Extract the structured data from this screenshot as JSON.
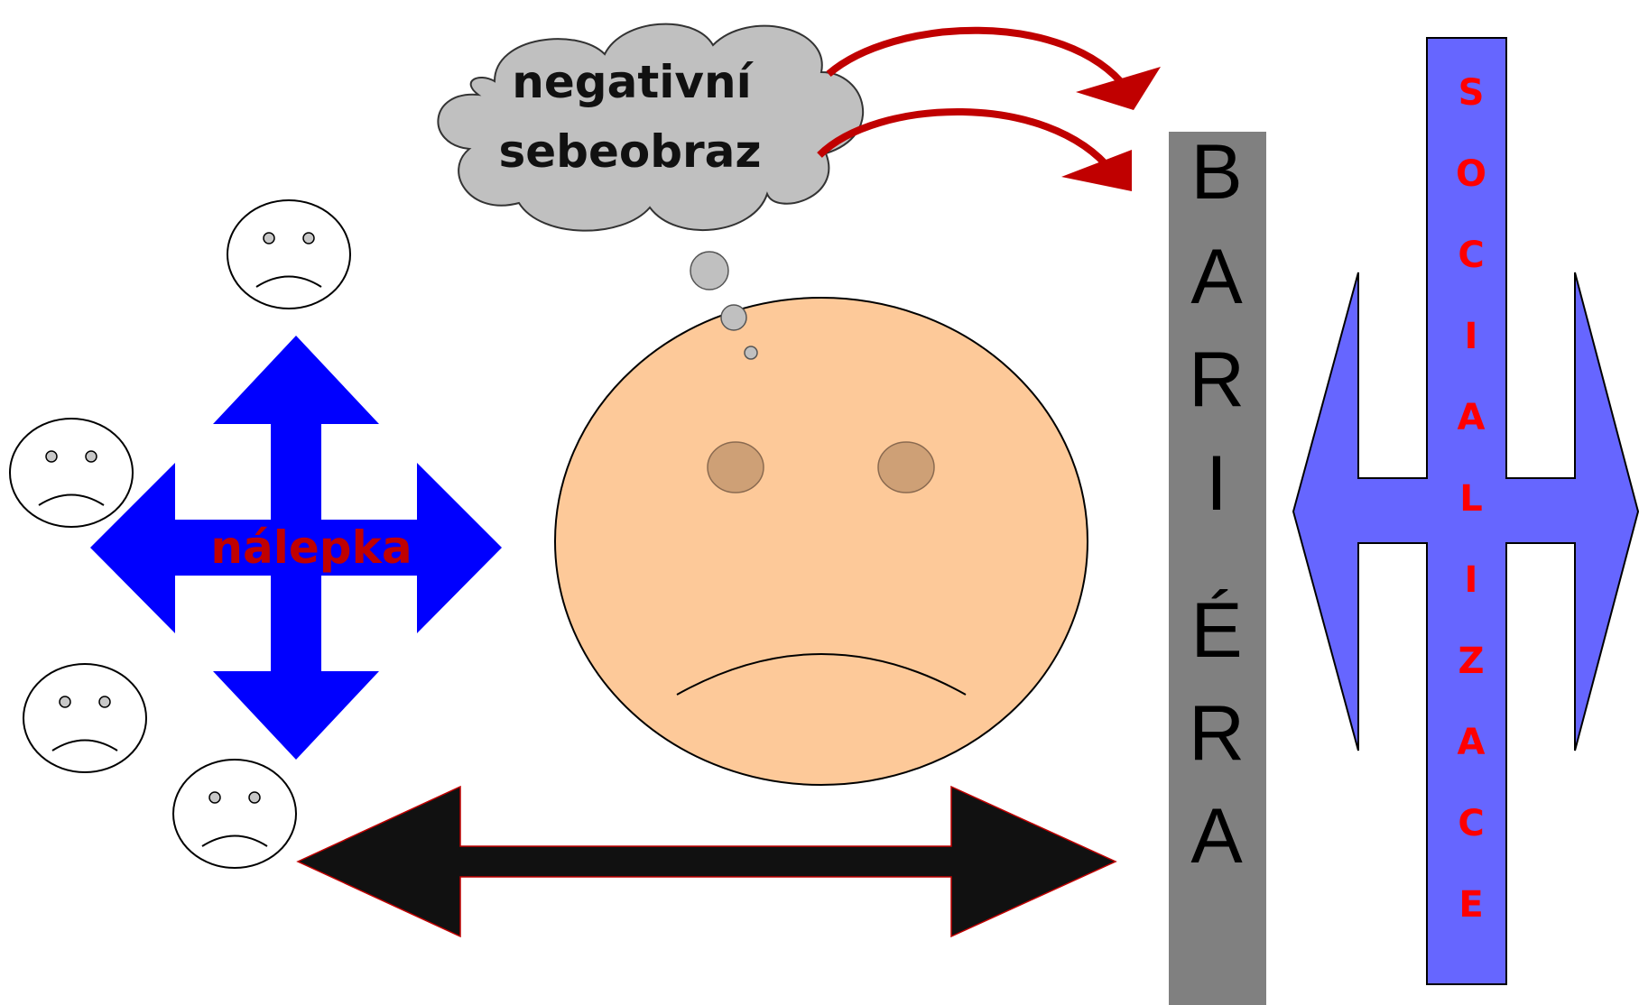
{
  "cloud": {
    "line1": "negativní",
    "line2": "sebeobraz"
  },
  "label": {
    "text": "nálepka"
  },
  "barrier": {
    "letters": [
      "B",
      "A",
      "R",
      "I",
      "É",
      "R",
      "A"
    ]
  },
  "socialization": {
    "letters": [
      "S",
      "O",
      "C",
      "I",
      "A",
      "L",
      "I",
      "Z",
      "A",
      "C",
      "E"
    ]
  },
  "colors": {
    "face": "#fdc999",
    "eye": "#cea076",
    "cloud": "#c0c0c0",
    "curved_arrow": "#c00000",
    "cross_arrow": "#0000ff",
    "label_text": "#c00000",
    "barrier": "#808080",
    "socialization_fill": "#6666ff",
    "socialization_text": "#ff0000",
    "double_arrow": "#111111"
  }
}
